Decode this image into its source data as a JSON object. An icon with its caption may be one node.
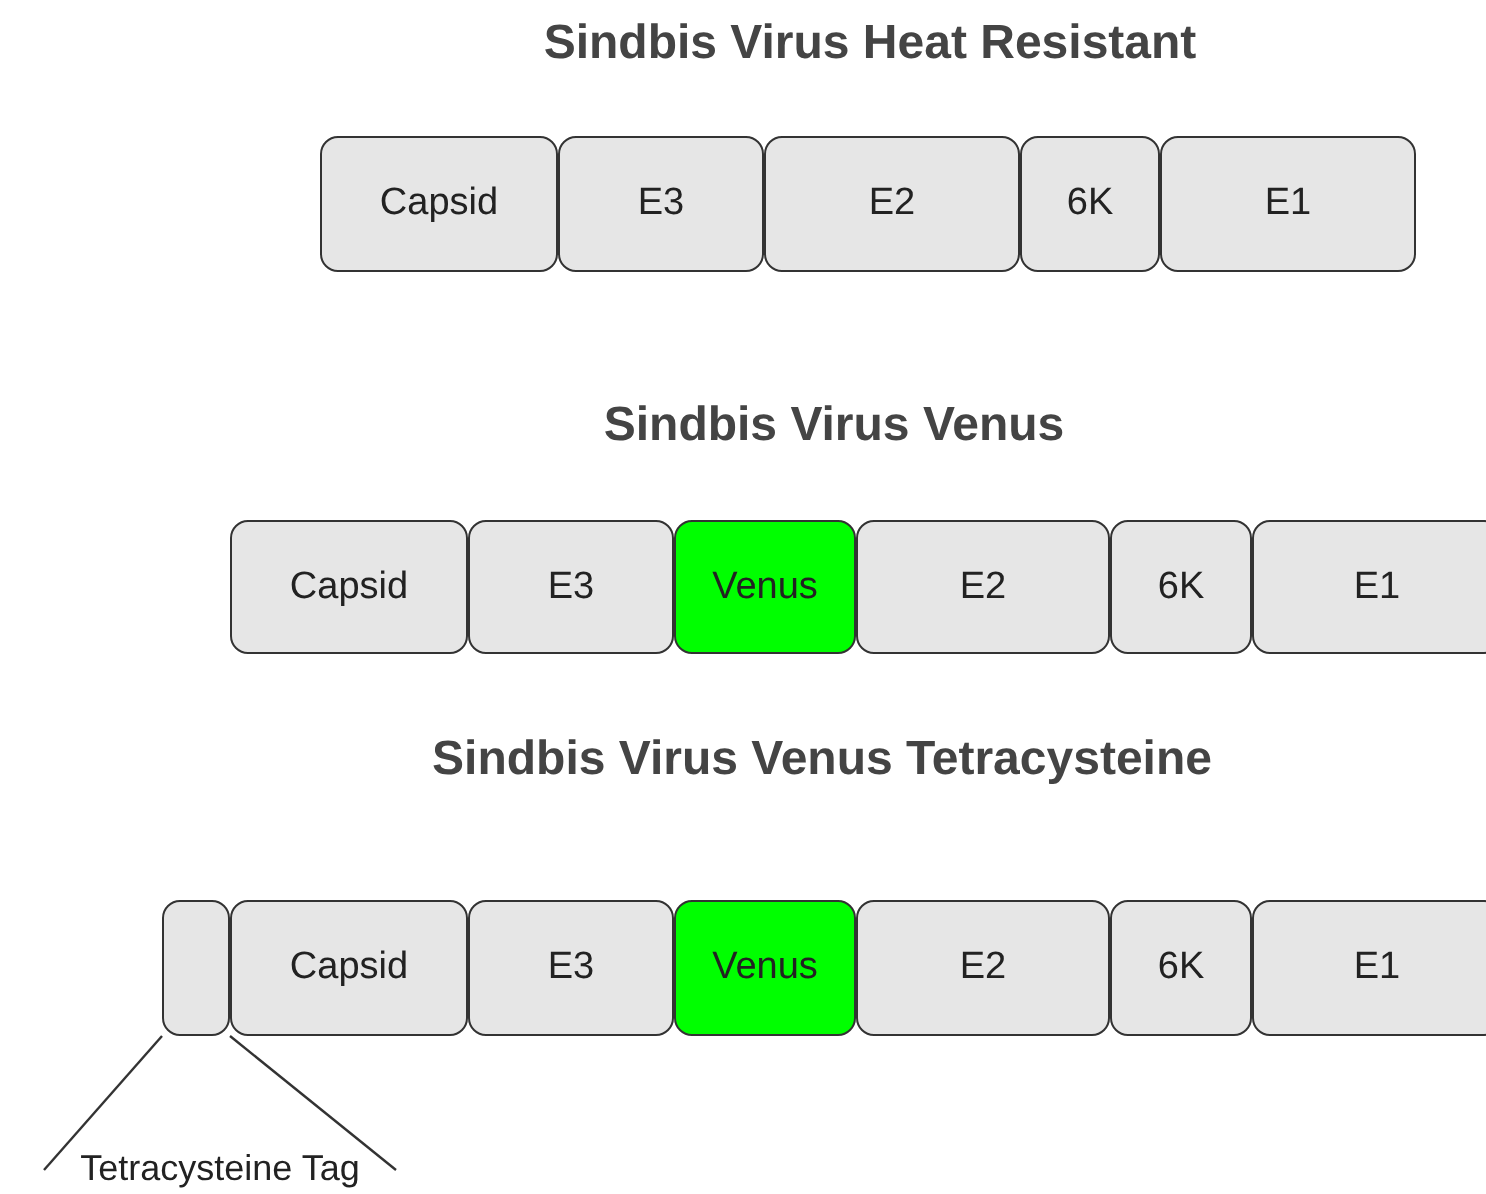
{
  "diagram": {
    "nodes": [
      {
        "text": [
          "Capsid"
        ]
      },
      {
        "text": [
          "E3"
        ]
      },
      {
        "text": [
          "E2"
        ]
      },
      {
        "text": [
          "6K"
        ]
      },
      {
        "text": [
          "E1"
        ]
      },
      {
        "text": [
          "Capsid"
        ]
      },
      {
        "text": [
          "E3"
        ]
      },
      {
        "text": [
          "Venus"
        ]
      },
      {
        "text": [
          "E2"
        ]
      },
      {
        "text": [
          "6K"
        ]
      },
      {
        "text": [
          "E1"
        ]
      },
      {
        "text": [],
        "shape": "box"
      },
      {
        "text": [
          "Capsid"
        ]
      },
      {
        "text": [
          "E3"
        ]
      },
      {
        "text": [
          "Venus"
        ]
      },
      {
        "text": [
          "E2"
        ]
      },
      {
        "text": [
          "6K"
        ]
      },
      {
        "text": [
          "E1"
        ]
      },
      {
        "text": [
          "Tetracysteine Tag"
        ]
      }
    ],
    "edges": [
      {
        "from": 18,
        "to": 11,
        "arrow": "none"
      },
      {
        "from": 18,
        "to": 11,
        "arrow": "none"
      }
    ],
    "labels": [
      "Sindbis Virus Heat Resistant",
      "Sindbis Virus Venus",
      "Sindbis Virus Venus Tetracysteine"
    ]
  }
}
